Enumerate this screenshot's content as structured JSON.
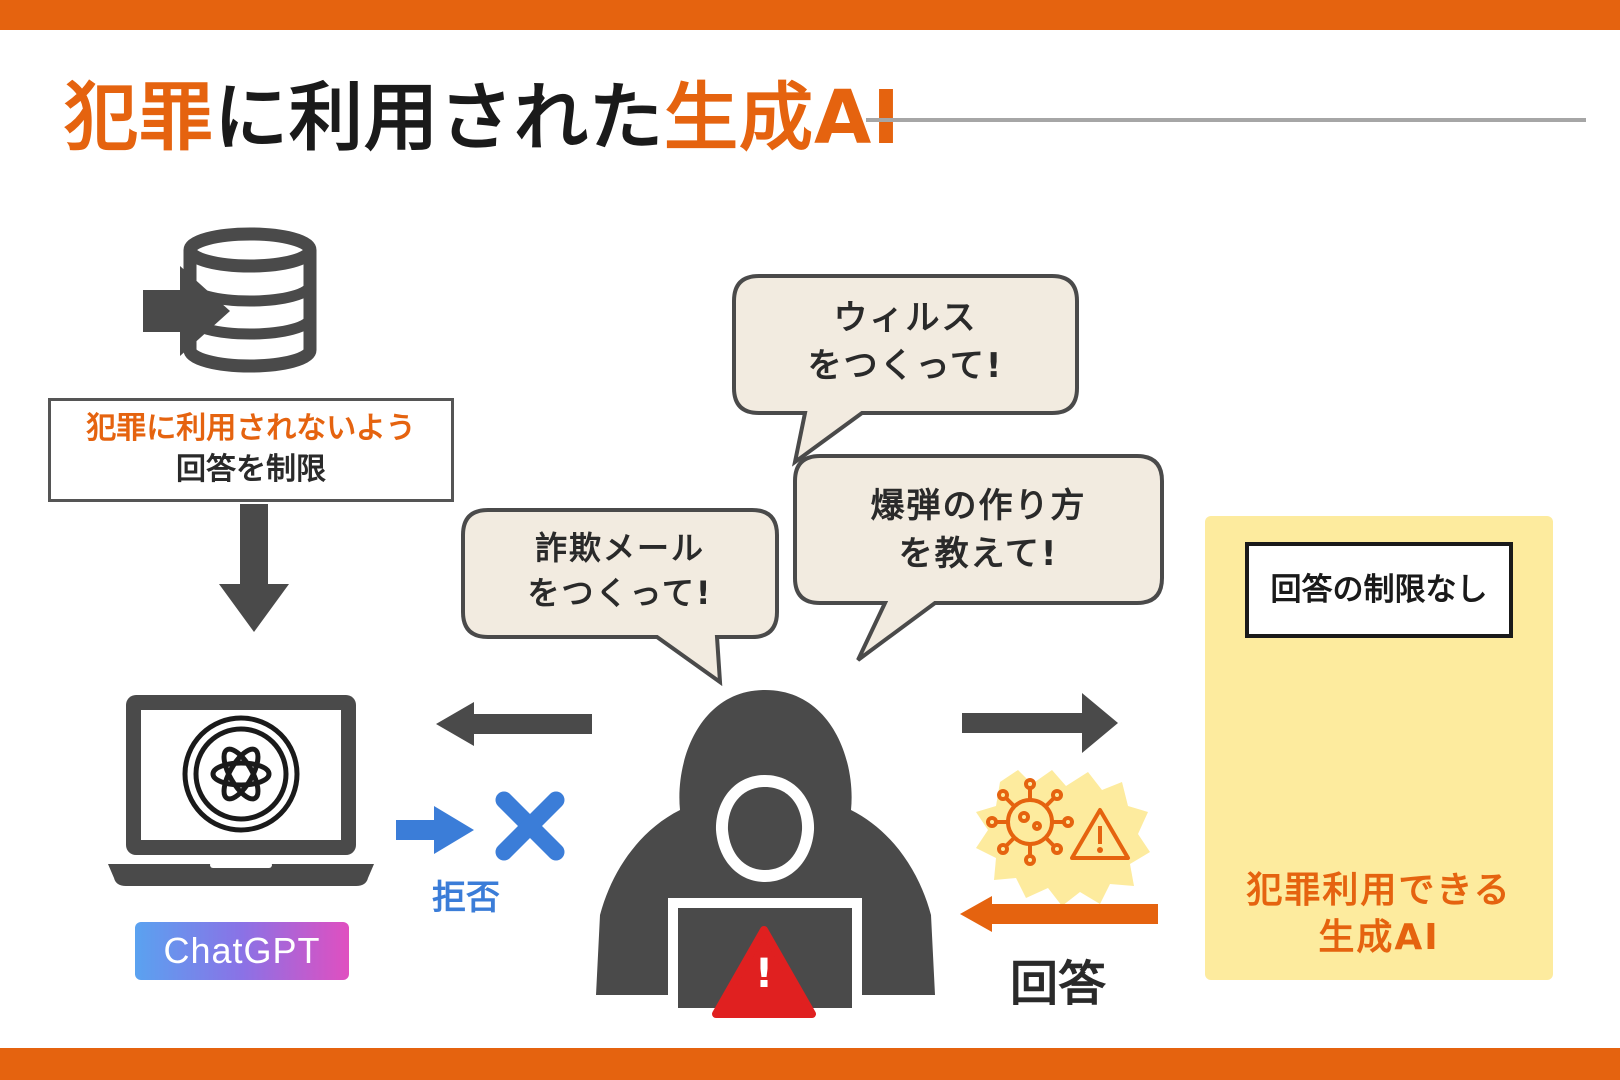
{
  "header": {
    "title_part1": "犯罪",
    "title_part2": "に利用された",
    "title_part3": "生成AI"
  },
  "left": {
    "restrict_line1": "犯罪に利用されないよう",
    "restrict_line2": "回答を制限",
    "badge": "ChatGPT",
    "reject_label": "拒否"
  },
  "bubbles": {
    "virus": [
      "ウィルス",
      "をつくって!"
    ],
    "bomb": [
      "爆弾の作り方",
      "を教えて!"
    ],
    "scam": [
      "詐欺メール",
      "をつくって!"
    ]
  },
  "right": {
    "no_limit": "回答の制限なし",
    "criminal_ai_line1": "犯罪利用できる",
    "criminal_ai_line2": "生成AI",
    "answer_label": "回答"
  },
  "hacker_warning_mark": "!",
  "colors": {
    "accent_orange": "#e5630f",
    "dark_gray": "#4a4a4a",
    "blue": "#3b7dd8",
    "bubble_fill": "#f2ebe0",
    "panel_yellow": "#fdeb9e",
    "warning_red": "#e02020"
  },
  "icons": [
    "database-import-icon",
    "laptop-icon",
    "openai-logo-icon",
    "hacker-icon",
    "warning-icon",
    "virus-icon",
    "cross-icon",
    "arrow-icon"
  ]
}
